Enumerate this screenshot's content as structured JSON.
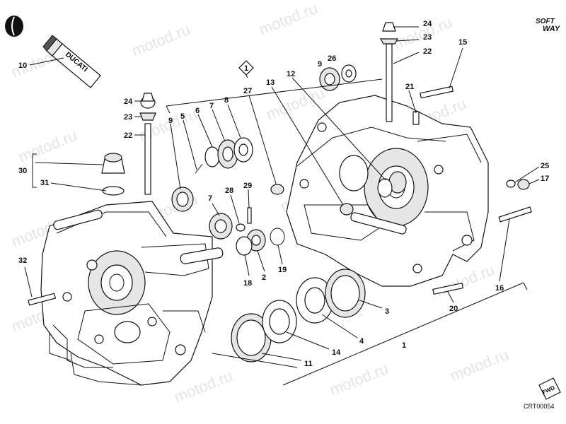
{
  "brand": {
    "line1": "SOFT",
    "line2": "WAY"
  },
  "drawing_code": "CRT00054",
  "watermark": "motod.ru",
  "fwd_label": "FWD",
  "tube_label": "DUCATI",
  "callouts": [
    {
      "id": "c10",
      "text": "10"
    },
    {
      "id": "c24a",
      "text": "24"
    },
    {
      "id": "c23a",
      "text": "23"
    },
    {
      "id": "c22a",
      "text": "22"
    },
    {
      "id": "c30",
      "text": "30"
    },
    {
      "id": "c31",
      "text": "31"
    },
    {
      "id": "c32",
      "text": "32"
    },
    {
      "id": "c1top",
      "text": "1"
    },
    {
      "id": "c9a",
      "text": "9"
    },
    {
      "id": "c5",
      "text": "5"
    },
    {
      "id": "c6",
      "text": "6"
    },
    {
      "id": "c7a",
      "text": "7"
    },
    {
      "id": "c8",
      "text": "8"
    },
    {
      "id": "c27",
      "text": "27"
    },
    {
      "id": "c13",
      "text": "13"
    },
    {
      "id": "c12",
      "text": "12"
    },
    {
      "id": "c9b",
      "text": "9"
    },
    {
      "id": "c26",
      "text": "26"
    },
    {
      "id": "c24b",
      "text": "24"
    },
    {
      "id": "c23b",
      "text": "23"
    },
    {
      "id": "c22b",
      "text": "22"
    },
    {
      "id": "c15",
      "text": "15"
    },
    {
      "id": "c21",
      "text": "21"
    },
    {
      "id": "c25",
      "text": "25"
    },
    {
      "id": "c17",
      "text": "17"
    },
    {
      "id": "c7b",
      "text": "7"
    },
    {
      "id": "c28",
      "text": "28"
    },
    {
      "id": "c29",
      "text": "29"
    },
    {
      "id": "c18",
      "text": "18"
    },
    {
      "id": "c2",
      "text": "2"
    },
    {
      "id": "c19",
      "text": "19"
    },
    {
      "id": "c16",
      "text": "16"
    },
    {
      "id": "c20",
      "text": "20"
    },
    {
      "id": "c3",
      "text": "3"
    },
    {
      "id": "c4",
      "text": "4"
    },
    {
      "id": "c14",
      "text": "14"
    },
    {
      "id": "c11",
      "text": "11"
    },
    {
      "id": "c1bot",
      "text": "1"
    }
  ]
}
